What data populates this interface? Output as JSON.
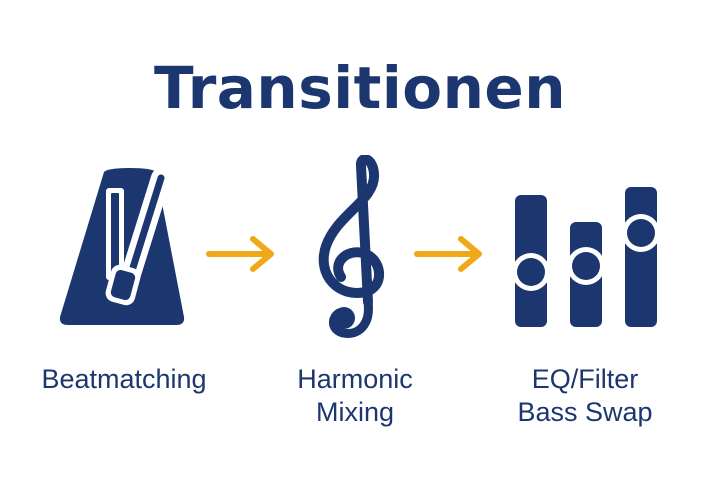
{
  "title": "Transitionen",
  "colors": {
    "primary": "#1c3670",
    "accent": "#f0a81a",
    "background": "#ffffff"
  },
  "steps": [
    {
      "icon": "metronome-icon",
      "lines": [
        "Beatmatching"
      ]
    },
    {
      "icon": "treble-clef-icon",
      "lines": [
        "Harmonic",
        "Mixing"
      ]
    },
    {
      "icon": "eq-sliders-icon",
      "lines": [
        "EQ/Filter",
        "Bass Swap"
      ]
    }
  ],
  "connectors": [
    "arrow-right-icon",
    "arrow-right-icon"
  ]
}
